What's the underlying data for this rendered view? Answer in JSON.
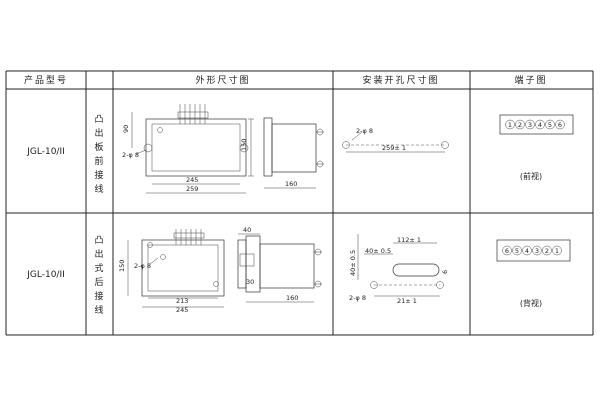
{
  "table": {
    "headers": {
      "product_model": "产品型号",
      "outline_dimensions": "外形尺寸图",
      "mounting_hole_dimensions": "安装开孔尺寸图",
      "terminal_diagram": "端子图"
    },
    "rows": [
      {
        "model": "JGL-10/II",
        "wiring_type_chars": [
          "凸",
          "出",
          "板",
          "前",
          "接",
          "线"
        ],
        "outline": {
          "width_label": "245",
          "overall_width_label": "259",
          "height_label": "150",
          "top_label": "90",
          "side_depth_label": "160",
          "hole_label": "2-φ 8"
        },
        "mounting": {
          "hole_label": "2-φ 8",
          "spacing_label": "259± 1"
        },
        "terminal": {
          "numbers": [
            "1",
            "2",
            "3",
            "4",
            "5",
            "6"
          ],
          "caption": "(前视)"
        }
      },
      {
        "model": "JGL-10/II",
        "wiring_type_chars": [
          "凸",
          "出",
          "式",
          "后",
          "接",
          "线"
        ],
        "outline": {
          "inner_width_label": "213",
          "width_label": "245",
          "height_label": "150",
          "side_top_label": "40",
          "side_small_label": "30",
          "side_depth_label": "160",
          "hole_label": "2-φ 8"
        },
        "mounting": {
          "slot_label": "112± 1",
          "offset_label": "40± 0.5",
          "vertical_label": "40± 0.5",
          "slot_height_label": "6",
          "spacing_label": "21± 1",
          "hole_label": "2-φ 8"
        },
        "terminal": {
          "numbers": [
            "6",
            "5",
            "4",
            "3",
            "2",
            "1"
          ],
          "caption": "(背视)"
        }
      }
    ]
  }
}
